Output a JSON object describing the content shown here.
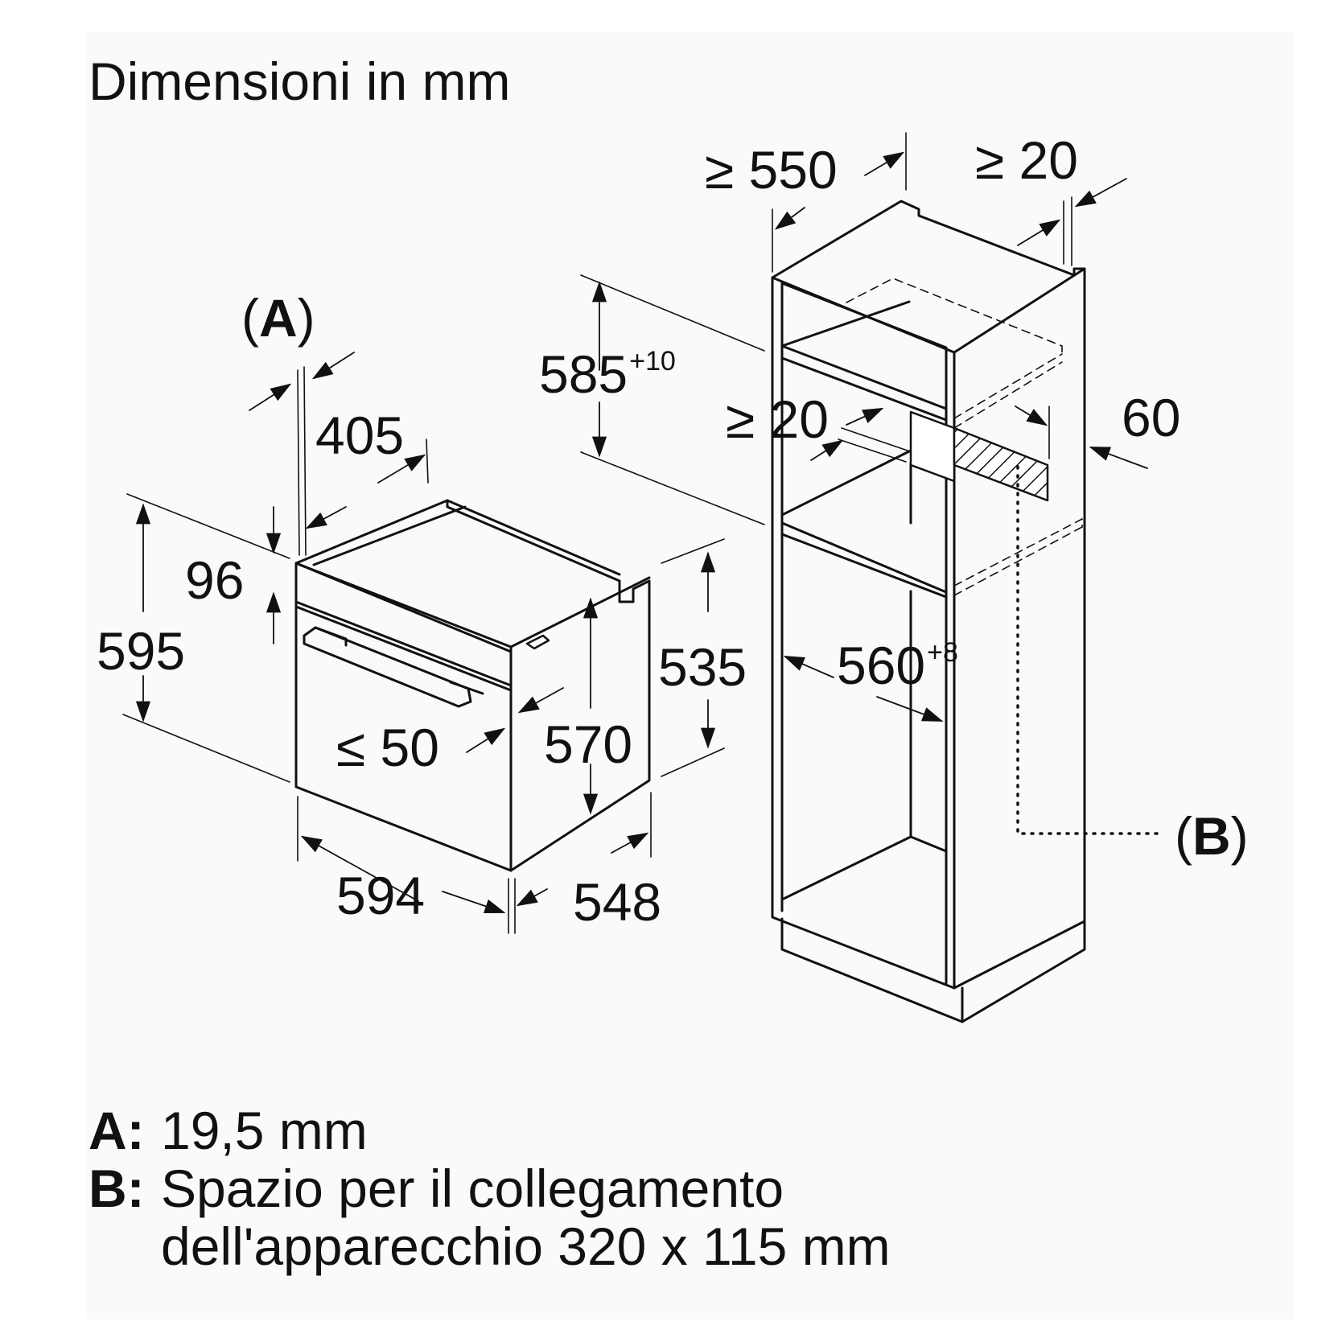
{
  "title": "Dimensioni in mm",
  "labels": {
    "appliance_depth_top": "405",
    "appliance_height": "595",
    "panel_height": "96",
    "appliance_width": "594",
    "appliance_depth": "548",
    "door_depth": "535",
    "body_height": "570",
    "handle_gap": "≤ 50",
    "niche_depth": "≥ 550",
    "rear_gap_top": "≥ 20",
    "niche_height": "585",
    "niche_height_tolerance": "+10",
    "rear_gap_middle": "≥ 20",
    "shelf_thickness": "60",
    "niche_width": "560",
    "niche_width_tolerance": "+8"
  },
  "callouts": {
    "a_open": "(",
    "a_letter": "A",
    "a_close": ")",
    "b_open": "(",
    "b_letter": "B",
    "b_close": ")"
  },
  "legend": [
    {
      "key": "A:",
      "text": "19,5 mm"
    },
    {
      "key": "B:",
      "text": "Spazio per il collegamento"
    },
    {
      "key": "",
      "text": "dell'apparecchio 320 x 115 mm"
    }
  ],
  "colors": {
    "line": "#111111",
    "background": "#ffffff",
    "panel": "#fafafa"
  }
}
